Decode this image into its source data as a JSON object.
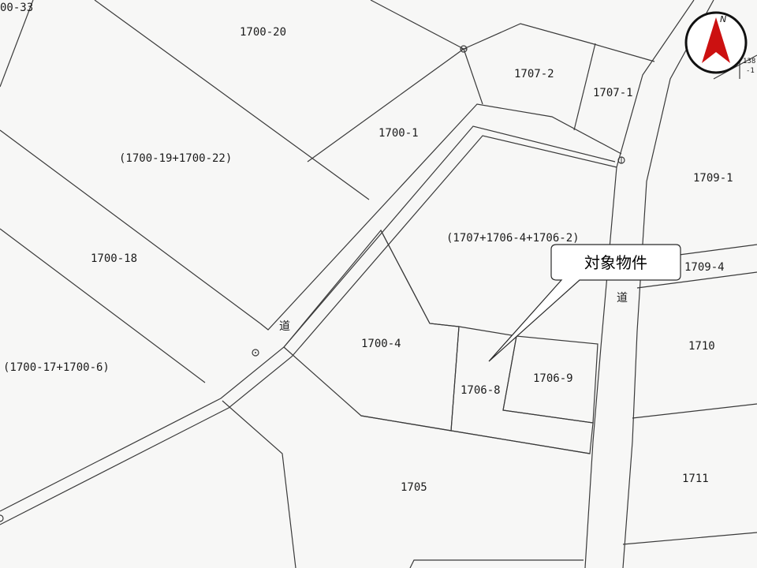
{
  "parcels": {
    "p1700_33": "00-33",
    "p1700_20": "1700-20",
    "p1707_2": "1707-2",
    "p1707_1": "1707-1",
    "p1700_1": "1700-1",
    "p1700_19_22": "(1700-19+1700-22)",
    "p1709_1": "1709-1",
    "p1707_1706": "(1707+1706-4+1706-2)",
    "p1700_18": "1700-18",
    "p1709_4": "1709-4",
    "p1700_4": "1700-4",
    "p1710": "1710",
    "p1706_9": "1706-9",
    "p1700_17_6": "(1700-17+1700-6)",
    "p1706_8": "1706-8",
    "p1711": "1711",
    "p1705": "1705",
    "p138": "138",
    "p138b": "-1"
  },
  "roads": {
    "road_left": "道",
    "road_right": "道"
  },
  "callout": {
    "text": "対象物件"
  },
  "compass": {
    "north_label": "N",
    "color": "#cc1111"
  }
}
